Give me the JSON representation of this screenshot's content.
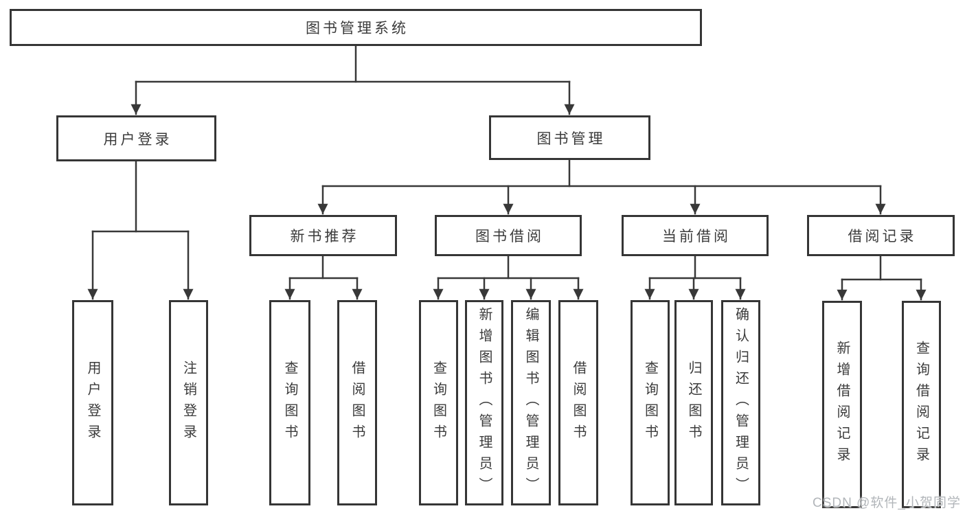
{
  "diagram": {
    "type": "hierarchy-tree",
    "watermark": "CSDN @软件_小贺同学",
    "colors": {
      "background": "#ffffff",
      "line": "#383838",
      "box_border": "#353535",
      "text": "#3b3b3b",
      "watermark": "#b2b6ba"
    },
    "root": {
      "label": "图书管理系统"
    },
    "branches": [
      {
        "label": "用户登录",
        "children": [
          {
            "label": "用户登录"
          },
          {
            "label": "注销登录"
          }
        ]
      },
      {
        "label": "图书管理",
        "children": [
          {
            "label": "新书推荐",
            "children": [
              {
                "label": "查询图书"
              },
              {
                "label": "借阅图书"
              }
            ]
          },
          {
            "label": "图书借阅",
            "children": [
              {
                "label": "查询图书"
              },
              {
                "label": "新增图书（管理员）"
              },
              {
                "label": "编辑图书（管理员）"
              },
              {
                "label": "借阅图书"
              }
            ]
          },
          {
            "label": "当前借阅",
            "children": [
              {
                "label": "查询图书"
              },
              {
                "label": "归还图书"
              },
              {
                "label": "确认归还（管理员）"
              }
            ]
          },
          {
            "label": "借阅记录",
            "children": [
              {
                "label": "新增借阅记录"
              },
              {
                "label": "查询借阅记录"
              }
            ]
          }
        ]
      }
    ]
  }
}
